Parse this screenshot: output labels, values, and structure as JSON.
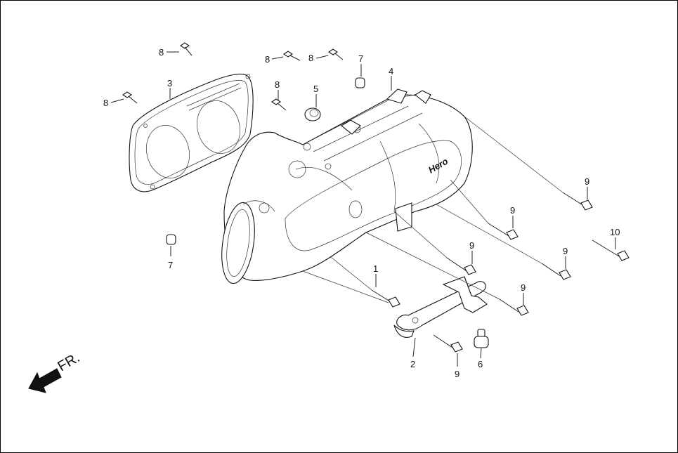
{
  "diagram": {
    "brand_text": "Hero",
    "direction_label": "FR.",
    "callouts": [
      {
        "id": "c8a",
        "text": "8"
      },
      {
        "id": "c8b",
        "text": "8"
      },
      {
        "id": "c8c",
        "text": "8"
      },
      {
        "id": "c8d",
        "text": "8"
      },
      {
        "id": "c8e",
        "text": "8"
      },
      {
        "id": "c7a",
        "text": "7"
      },
      {
        "id": "c7b",
        "text": "7"
      },
      {
        "id": "c3",
        "text": "3"
      },
      {
        "id": "c4",
        "text": "4"
      },
      {
        "id": "c5",
        "text": "5"
      },
      {
        "id": "c1",
        "text": "1"
      },
      {
        "id": "c2",
        "text": "2"
      },
      {
        "id": "c6",
        "text": "6"
      },
      {
        "id": "c10",
        "text": "10"
      },
      {
        "id": "c9a",
        "text": "9"
      },
      {
        "id": "c9b",
        "text": "9"
      },
      {
        "id": "c9c",
        "text": "9"
      },
      {
        "id": "c9d",
        "text": "9"
      },
      {
        "id": "c9e",
        "text": "9"
      },
      {
        "id": "c9f",
        "text": "9"
      }
    ]
  }
}
